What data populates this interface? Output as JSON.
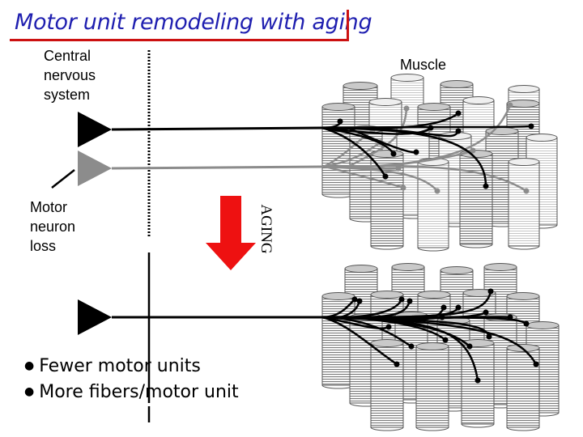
{
  "title": "Motor unit remodeling with aging",
  "labels": {
    "cns": [
      "Central",
      "nervous",
      "system"
    ],
    "muscle": "Muscle",
    "motor_neuron_loss": [
      "Motor",
      "neuron",
      "loss"
    ],
    "aging": "AGING"
  },
  "bullets": [
    "Fewer motor units",
    "More fibers/motor unit"
  ],
  "colors": {
    "title": "#1f1fb0",
    "title_rule": "#cc1111",
    "arrow": "#ee1111",
    "neuron_black": "#000000",
    "neuron_gray": "#8c8c8c",
    "fiber_dark": "#c9c9c9",
    "fiber_light": "#efefef"
  }
}
